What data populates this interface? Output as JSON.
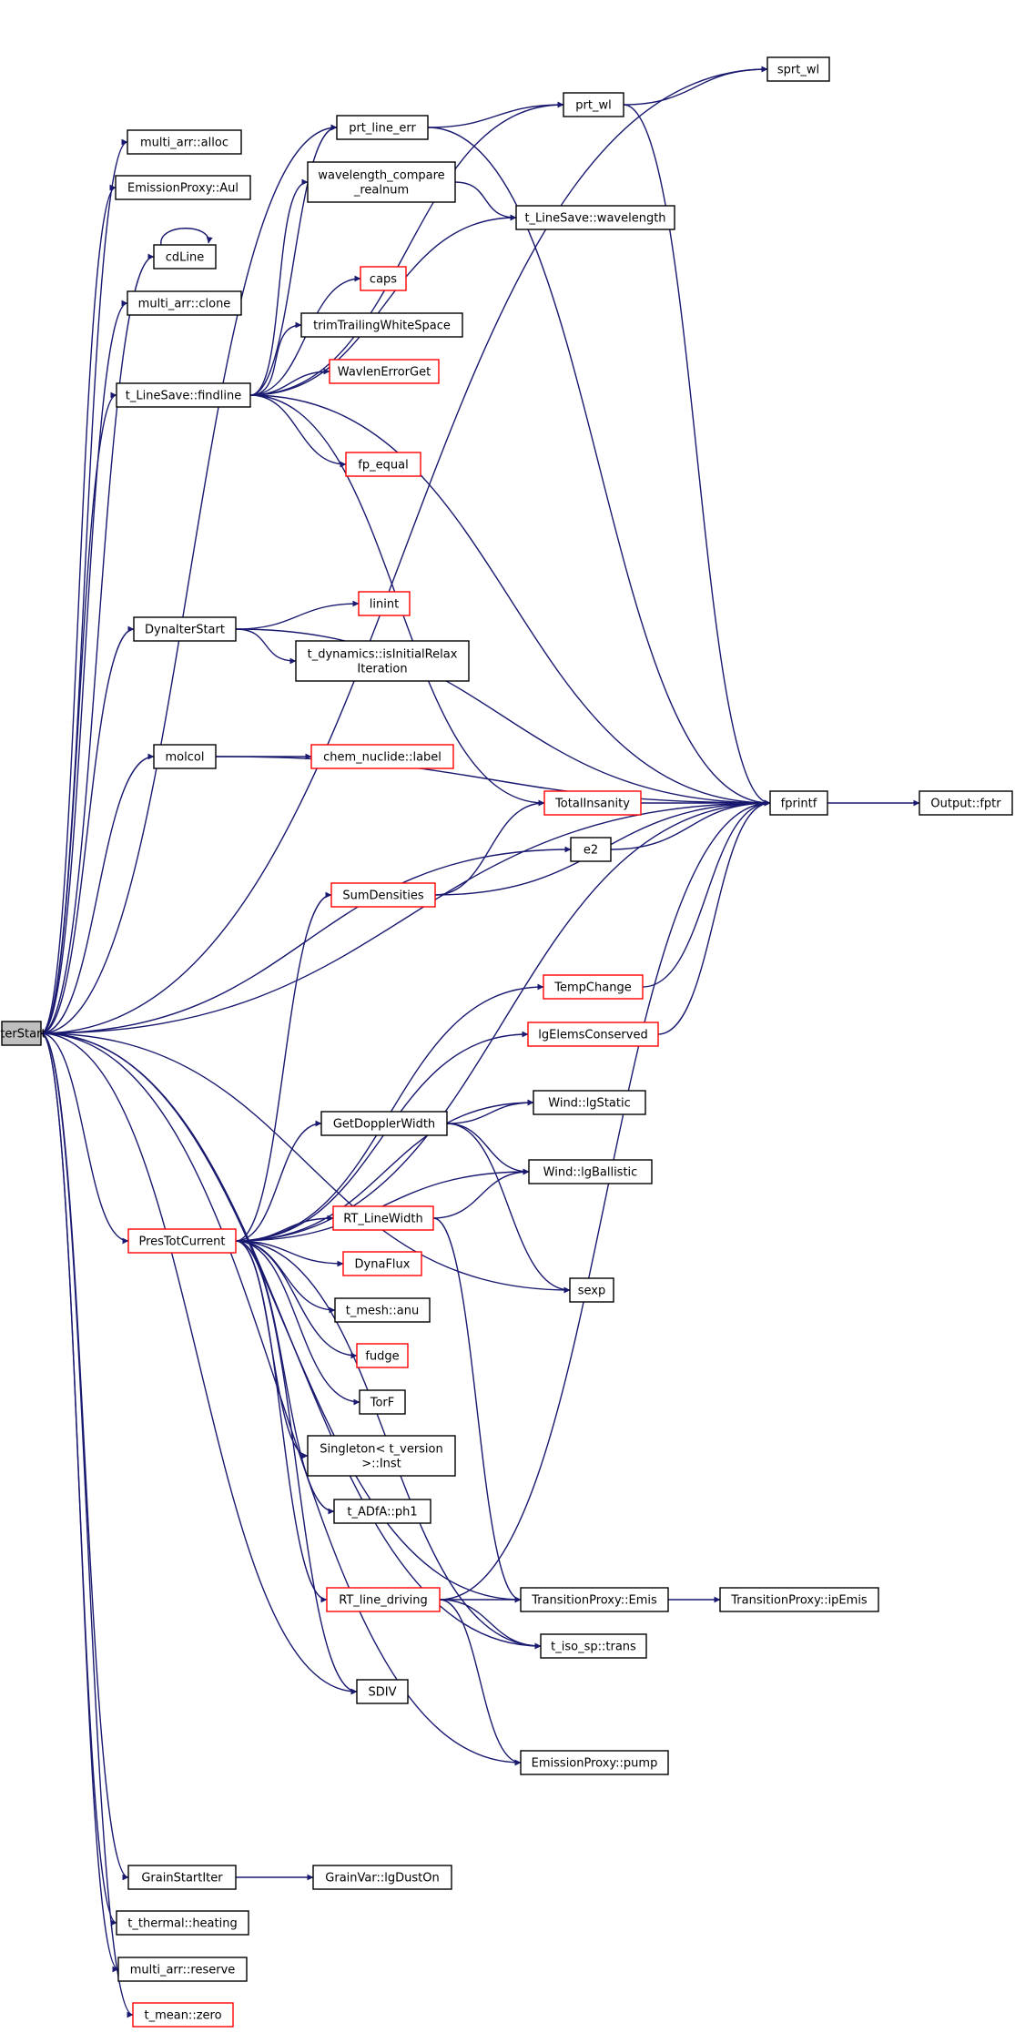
{
  "colors": {
    "edge": "#191970",
    "node_border": "#000000",
    "node_border_highlight": "#ff0000",
    "root_fill": "#bfbfbf",
    "node_fill": "#ffffff"
  },
  "nodes": [
    {
      "id": "IterStart",
      "lines": [
        "IterStart"
      ],
      "root": true
    },
    {
      "id": "multi_arr_alloc",
      "lines": [
        "multi_arr::alloc"
      ]
    },
    {
      "id": "EmissionProxy_Aul",
      "lines": [
        "EmissionProxy::Aul"
      ]
    },
    {
      "id": "cdLine",
      "lines": [
        "cdLine"
      ]
    },
    {
      "id": "multi_arr_clone",
      "lines": [
        "multi_arr::clone"
      ]
    },
    {
      "id": "findline",
      "lines": [
        "t_LineSave::findline"
      ]
    },
    {
      "id": "prt_line_err",
      "lines": [
        "prt_line_err"
      ]
    },
    {
      "id": "wavelength_compare_realnum",
      "lines": [
        "wavelength_compare",
        "_realnum"
      ]
    },
    {
      "id": "caps",
      "lines": [
        "caps"
      ],
      "highlight": true
    },
    {
      "id": "trimTrailingWhiteSpace",
      "lines": [
        "trimTrailingWhiteSpace"
      ]
    },
    {
      "id": "WavlenErrorGet",
      "lines": [
        "WavlenErrorGet"
      ],
      "highlight": true
    },
    {
      "id": "fp_equal",
      "lines": [
        "fp_equal"
      ],
      "highlight": true
    },
    {
      "id": "sprt_wl",
      "lines": [
        "sprt_wl"
      ]
    },
    {
      "id": "prt_wl",
      "lines": [
        "prt_wl"
      ]
    },
    {
      "id": "t_LineSave_wavelength",
      "lines": [
        "t_LineSave::wavelength"
      ]
    },
    {
      "id": "DynaIterStart",
      "lines": [
        "DynaIterStart"
      ]
    },
    {
      "id": "linint",
      "lines": [
        "linint"
      ],
      "highlight": true
    },
    {
      "id": "isInitialRelaxIteration",
      "lines": [
        "t_dynamics::isInitialRelax",
        "Iteration"
      ]
    },
    {
      "id": "molcol",
      "lines": [
        "molcol"
      ]
    },
    {
      "id": "chem_nuclide_label",
      "lines": [
        "chem_nuclide::label"
      ],
      "highlight": true
    },
    {
      "id": "fprintf",
      "lines": [
        "fprintf"
      ]
    },
    {
      "id": "Output_fptr",
      "lines": [
        "Output::fptr"
      ]
    },
    {
      "id": "TotalInsanity",
      "lines": [
        "TotalInsanity"
      ],
      "highlight": true
    },
    {
      "id": "e2",
      "lines": [
        "e2"
      ]
    },
    {
      "id": "SumDensities",
      "lines": [
        "SumDensities"
      ],
      "highlight": true
    },
    {
      "id": "TempChange",
      "lines": [
        "TempChange"
      ],
      "highlight": true
    },
    {
      "id": "lgElemsConserved",
      "lines": [
        "lgElemsConserved"
      ],
      "highlight": true
    },
    {
      "id": "Wind_lgStatic",
      "lines": [
        "Wind::lgStatic"
      ]
    },
    {
      "id": "GetDopplerWidth",
      "lines": [
        "GetDopplerWidth"
      ]
    },
    {
      "id": "Wind_lgBallistic",
      "lines": [
        "Wind::lgBallistic"
      ]
    },
    {
      "id": "PresTotCurrent",
      "lines": [
        "PresTotCurrent"
      ],
      "highlight": true
    },
    {
      "id": "RT_LineWidth",
      "lines": [
        "RT_LineWidth"
      ],
      "highlight": true
    },
    {
      "id": "DynaFlux",
      "lines": [
        "DynaFlux"
      ],
      "highlight": true
    },
    {
      "id": "t_mesh_anu",
      "lines": [
        "t_mesh::anu"
      ]
    },
    {
      "id": "sexp",
      "lines": [
        "sexp"
      ]
    },
    {
      "id": "fudge",
      "lines": [
        "fudge"
      ],
      "highlight": true
    },
    {
      "id": "TorF",
      "lines": [
        "TorF"
      ]
    },
    {
      "id": "Singleton_Inst",
      "lines": [
        "Singleton< t_version",
        ">::Inst"
      ]
    },
    {
      "id": "t_ADfA_ph1",
      "lines": [
        "t_ADfA::ph1"
      ]
    },
    {
      "id": "RT_line_driving",
      "lines": [
        "RT_line_driving"
      ],
      "highlight": true
    },
    {
      "id": "TransitionProxy_Emis",
      "lines": [
        "TransitionProxy::Emis"
      ]
    },
    {
      "id": "TransitionProxy_ipEmis",
      "lines": [
        "TransitionProxy::ipEmis"
      ]
    },
    {
      "id": "t_iso_sp_trans",
      "lines": [
        "t_iso_sp::trans"
      ]
    },
    {
      "id": "SDIV",
      "lines": [
        "SDIV"
      ]
    },
    {
      "id": "EmissionProxy_pump",
      "lines": [
        "EmissionProxy::pump"
      ]
    },
    {
      "id": "GrainStartIter",
      "lines": [
        "GrainStartIter"
      ]
    },
    {
      "id": "GrainVar_lgDustOn",
      "lines": [
        "GrainVar::lgDustOn"
      ]
    },
    {
      "id": "t_thermal_heating",
      "lines": [
        "t_thermal::heating"
      ]
    },
    {
      "id": "multi_arr_reserve",
      "lines": [
        "multi_arr::reserve"
      ]
    },
    {
      "id": "t_mean_zero",
      "lines": [
        "t_mean::zero"
      ],
      "highlight": true
    }
  ],
  "edges": [
    [
      "IterStart",
      "multi_arr_alloc"
    ],
    [
      "IterStart",
      "EmissionProxy_Aul"
    ],
    [
      "IterStart",
      "cdLine"
    ],
    [
      "IterStart",
      "multi_arr_clone"
    ],
    [
      "IterStart",
      "findline"
    ],
    [
      "IterStart",
      "prt_line_err"
    ],
    [
      "IterStart",
      "sprt_wl"
    ],
    [
      "IterStart",
      "DynaIterStart"
    ],
    [
      "IterStart",
      "molcol"
    ],
    [
      "IterStart",
      "fprintf"
    ],
    [
      "IterStart",
      "e2"
    ],
    [
      "IterStart",
      "PresTotCurrent"
    ],
    [
      "IterStart",
      "sexp"
    ],
    [
      "IterStart",
      "TransitionProxy_Emis"
    ],
    [
      "IterStart",
      "t_iso_sp_trans"
    ],
    [
      "IterStart",
      "SDIV"
    ],
    [
      "IterStart",
      "EmissionProxy_pump"
    ],
    [
      "IterStart",
      "GrainStartIter"
    ],
    [
      "IterStart",
      "t_thermal_heating"
    ],
    [
      "IterStart",
      "multi_arr_reserve"
    ],
    [
      "IterStart",
      "t_mean_zero"
    ],
    [
      "cdLine",
      "cdLine"
    ],
    [
      "findline",
      "prt_line_err"
    ],
    [
      "findline",
      "wavelength_compare_realnum"
    ],
    [
      "findline",
      "t_LineSave_wavelength"
    ],
    [
      "findline",
      "caps"
    ],
    [
      "findline",
      "trimTrailingWhiteSpace"
    ],
    [
      "findline",
      "WavlenErrorGet"
    ],
    [
      "findline",
      "fp_equal"
    ],
    [
      "findline",
      "fprintf"
    ],
    [
      "findline",
      "TotalInsanity"
    ],
    [
      "findline",
      "prt_wl"
    ],
    [
      "prt_line_err",
      "prt_wl"
    ],
    [
      "prt_line_err",
      "fprintf"
    ],
    [
      "prt_wl",
      "sprt_wl"
    ],
    [
      "prt_wl",
      "fprintf"
    ],
    [
      "wavelength_compare_realnum",
      "t_LineSave_wavelength"
    ],
    [
      "DynaIterStart",
      "linint"
    ],
    [
      "DynaIterStart",
      "isInitialRelaxIteration"
    ],
    [
      "DynaIterStart",
      "fprintf"
    ],
    [
      "molcol",
      "chem_nuclide_label"
    ],
    [
      "molcol",
      "fprintf"
    ],
    [
      "fprintf",
      "Output_fptr"
    ],
    [
      "TotalInsanity",
      "fprintf"
    ],
    [
      "e2",
      "fprintf"
    ],
    [
      "SumDensities",
      "TotalInsanity"
    ],
    [
      "SumDensities",
      "fprintf"
    ],
    [
      "TempChange",
      "fprintf"
    ],
    [
      "lgElemsConserved",
      "fprintf"
    ],
    [
      "GetDopplerWidth",
      "Wind_lgStatic"
    ],
    [
      "GetDopplerWidth",
      "Wind_lgBallistic"
    ],
    [
      "GetDopplerWidth",
      "sexp"
    ],
    [
      "PresTotCurrent",
      "SumDensities"
    ],
    [
      "PresTotCurrent",
      "fprintf"
    ],
    [
      "PresTotCurrent",
      "TempChange"
    ],
    [
      "PresTotCurrent",
      "lgElemsConserved"
    ],
    [
      "PresTotCurrent",
      "Wind_lgStatic"
    ],
    [
      "PresTotCurrent",
      "GetDopplerWidth"
    ],
    [
      "PresTotCurrent",
      "Wind_lgBallistic"
    ],
    [
      "PresTotCurrent",
      "RT_LineWidth"
    ],
    [
      "PresTotCurrent",
      "DynaFlux"
    ],
    [
      "PresTotCurrent",
      "t_mesh_anu"
    ],
    [
      "PresTotCurrent",
      "fudge"
    ],
    [
      "PresTotCurrent",
      "TorF"
    ],
    [
      "PresTotCurrent",
      "Singleton_Inst"
    ],
    [
      "PresTotCurrent",
      "t_ADfA_ph1"
    ],
    [
      "PresTotCurrent",
      "RT_line_driving"
    ],
    [
      "PresTotCurrent",
      "t_iso_sp_trans"
    ],
    [
      "PresTotCurrent",
      "SDIV"
    ],
    [
      "RT_LineWidth",
      "Wind_lgBallistic"
    ],
    [
      "RT_LineWidth",
      "TransitionProxy_Emis"
    ],
    [
      "RT_line_driving",
      "TransitionProxy_Emis"
    ],
    [
      "RT_line_driving",
      "t_iso_sp_trans"
    ],
    [
      "RT_line_driving",
      "EmissionProxy_pump"
    ],
    [
      "RT_line_driving",
      "fprintf"
    ],
    [
      "TransitionProxy_Emis",
      "TransitionProxy_ipEmis"
    ],
    [
      "GrainStartIter",
      "GrainVar_lgDustOn"
    ]
  ]
}
